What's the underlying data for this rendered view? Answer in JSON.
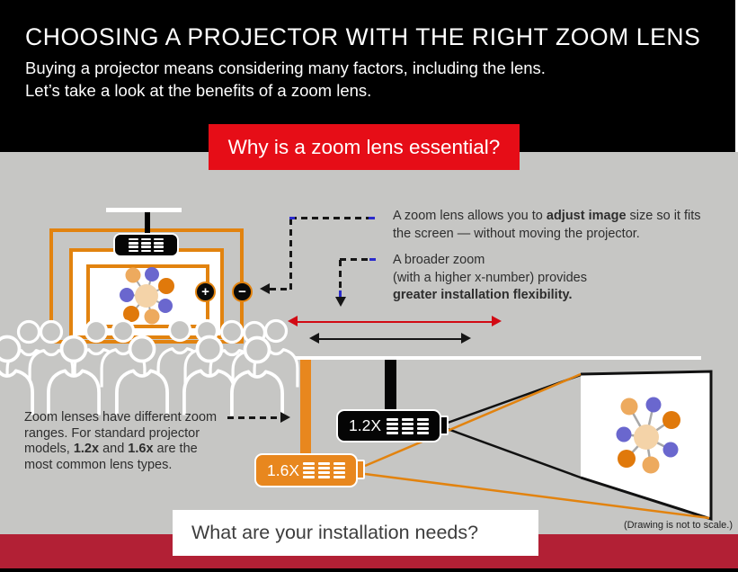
{
  "header": {
    "title": "CHOOSING A PROJECTOR WITH THE RIGHT ZOOM LENS",
    "subtitle_line1": "Buying a projector means considering many factors, including the lens.",
    "subtitle_line2": "Let’s take a look at the benefits of a zoom lens."
  },
  "why_section": {
    "banner_label": "Why is a zoom lens essential?",
    "benefit_adjust": {
      "pre": "A zoom lens allows you to ",
      "bold": "adjust image",
      "post": " size so it fits the screen —  without moving the projector."
    },
    "benefit_broader": {
      "line1": "A broader zoom",
      "line2": "(with a higher x-number) provides",
      "bold": "greater installation flexibility."
    },
    "zoom_controls": {
      "plus": "+",
      "minus": "−"
    }
  },
  "lens_section": {
    "note": {
      "pre": "Zoom lenses have different zoom ranges.  For standard projector models, ",
      "bold1": "1.2x",
      "mid": " and ",
      "bold2": "1.6x",
      "post": " are the most common lens types."
    },
    "projector_12x_label": "1.2X",
    "projector_16x_label": "1.6X",
    "disclaimer": "(Drawing is not to scale.)"
  },
  "footer": {
    "banner_label": "What are your installation needs?"
  },
  "colors": {
    "accent_orange": "#e2830f",
    "banner_red": "#e60d17",
    "footer_crimson": "#b22035",
    "background_gray": "#c6c6c4"
  }
}
